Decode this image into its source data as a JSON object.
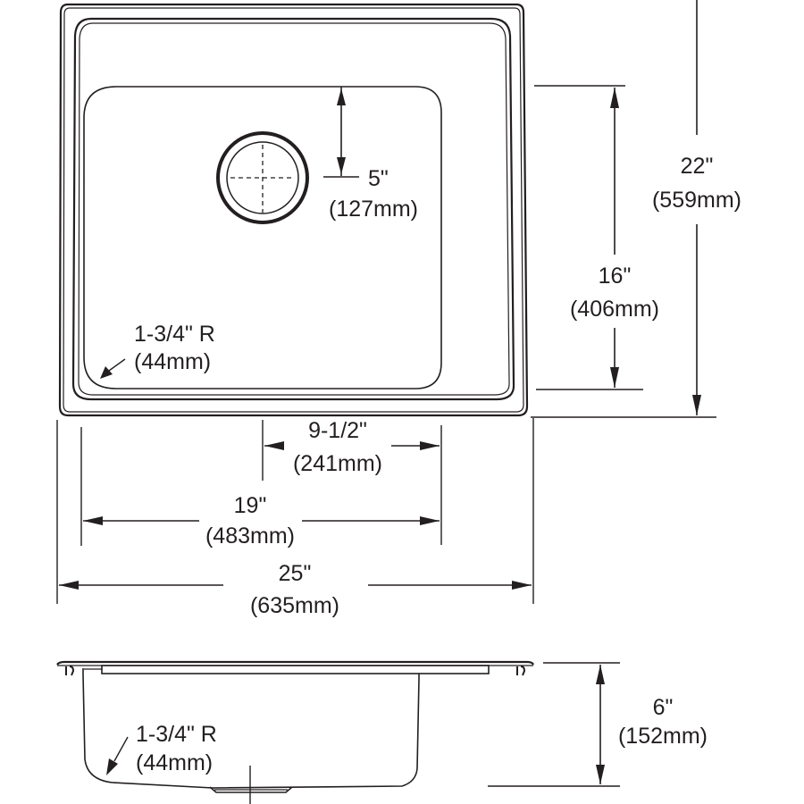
{
  "drawing": {
    "type": "sink dimension drawing",
    "line_color": "#231f20",
    "background": "#ffffff"
  },
  "top_view": {
    "drain_offset": {
      "inch": "5\"",
      "mm": "(127mm)"
    },
    "bowl_length": {
      "inch": "16\"",
      "mm": "(406mm)"
    },
    "overall_length": {
      "inch": "22\"",
      "mm": "(559mm)"
    },
    "corner_radius": {
      "inch": "1-3/4\" R",
      "mm": "(44mm)"
    },
    "drain_center_offset": {
      "inch": "9-1/2\"",
      "mm": "(241mm)"
    },
    "bowl_width": {
      "inch": "19\"",
      "mm": "(483mm)"
    },
    "overall_width": {
      "inch": "25\"",
      "mm": "(635mm)"
    }
  },
  "side_view": {
    "corner_radius": {
      "inch": "1-3/4\" R",
      "mm": "(44mm)"
    },
    "depth": {
      "inch": "6\"",
      "mm": "(152mm)"
    }
  }
}
